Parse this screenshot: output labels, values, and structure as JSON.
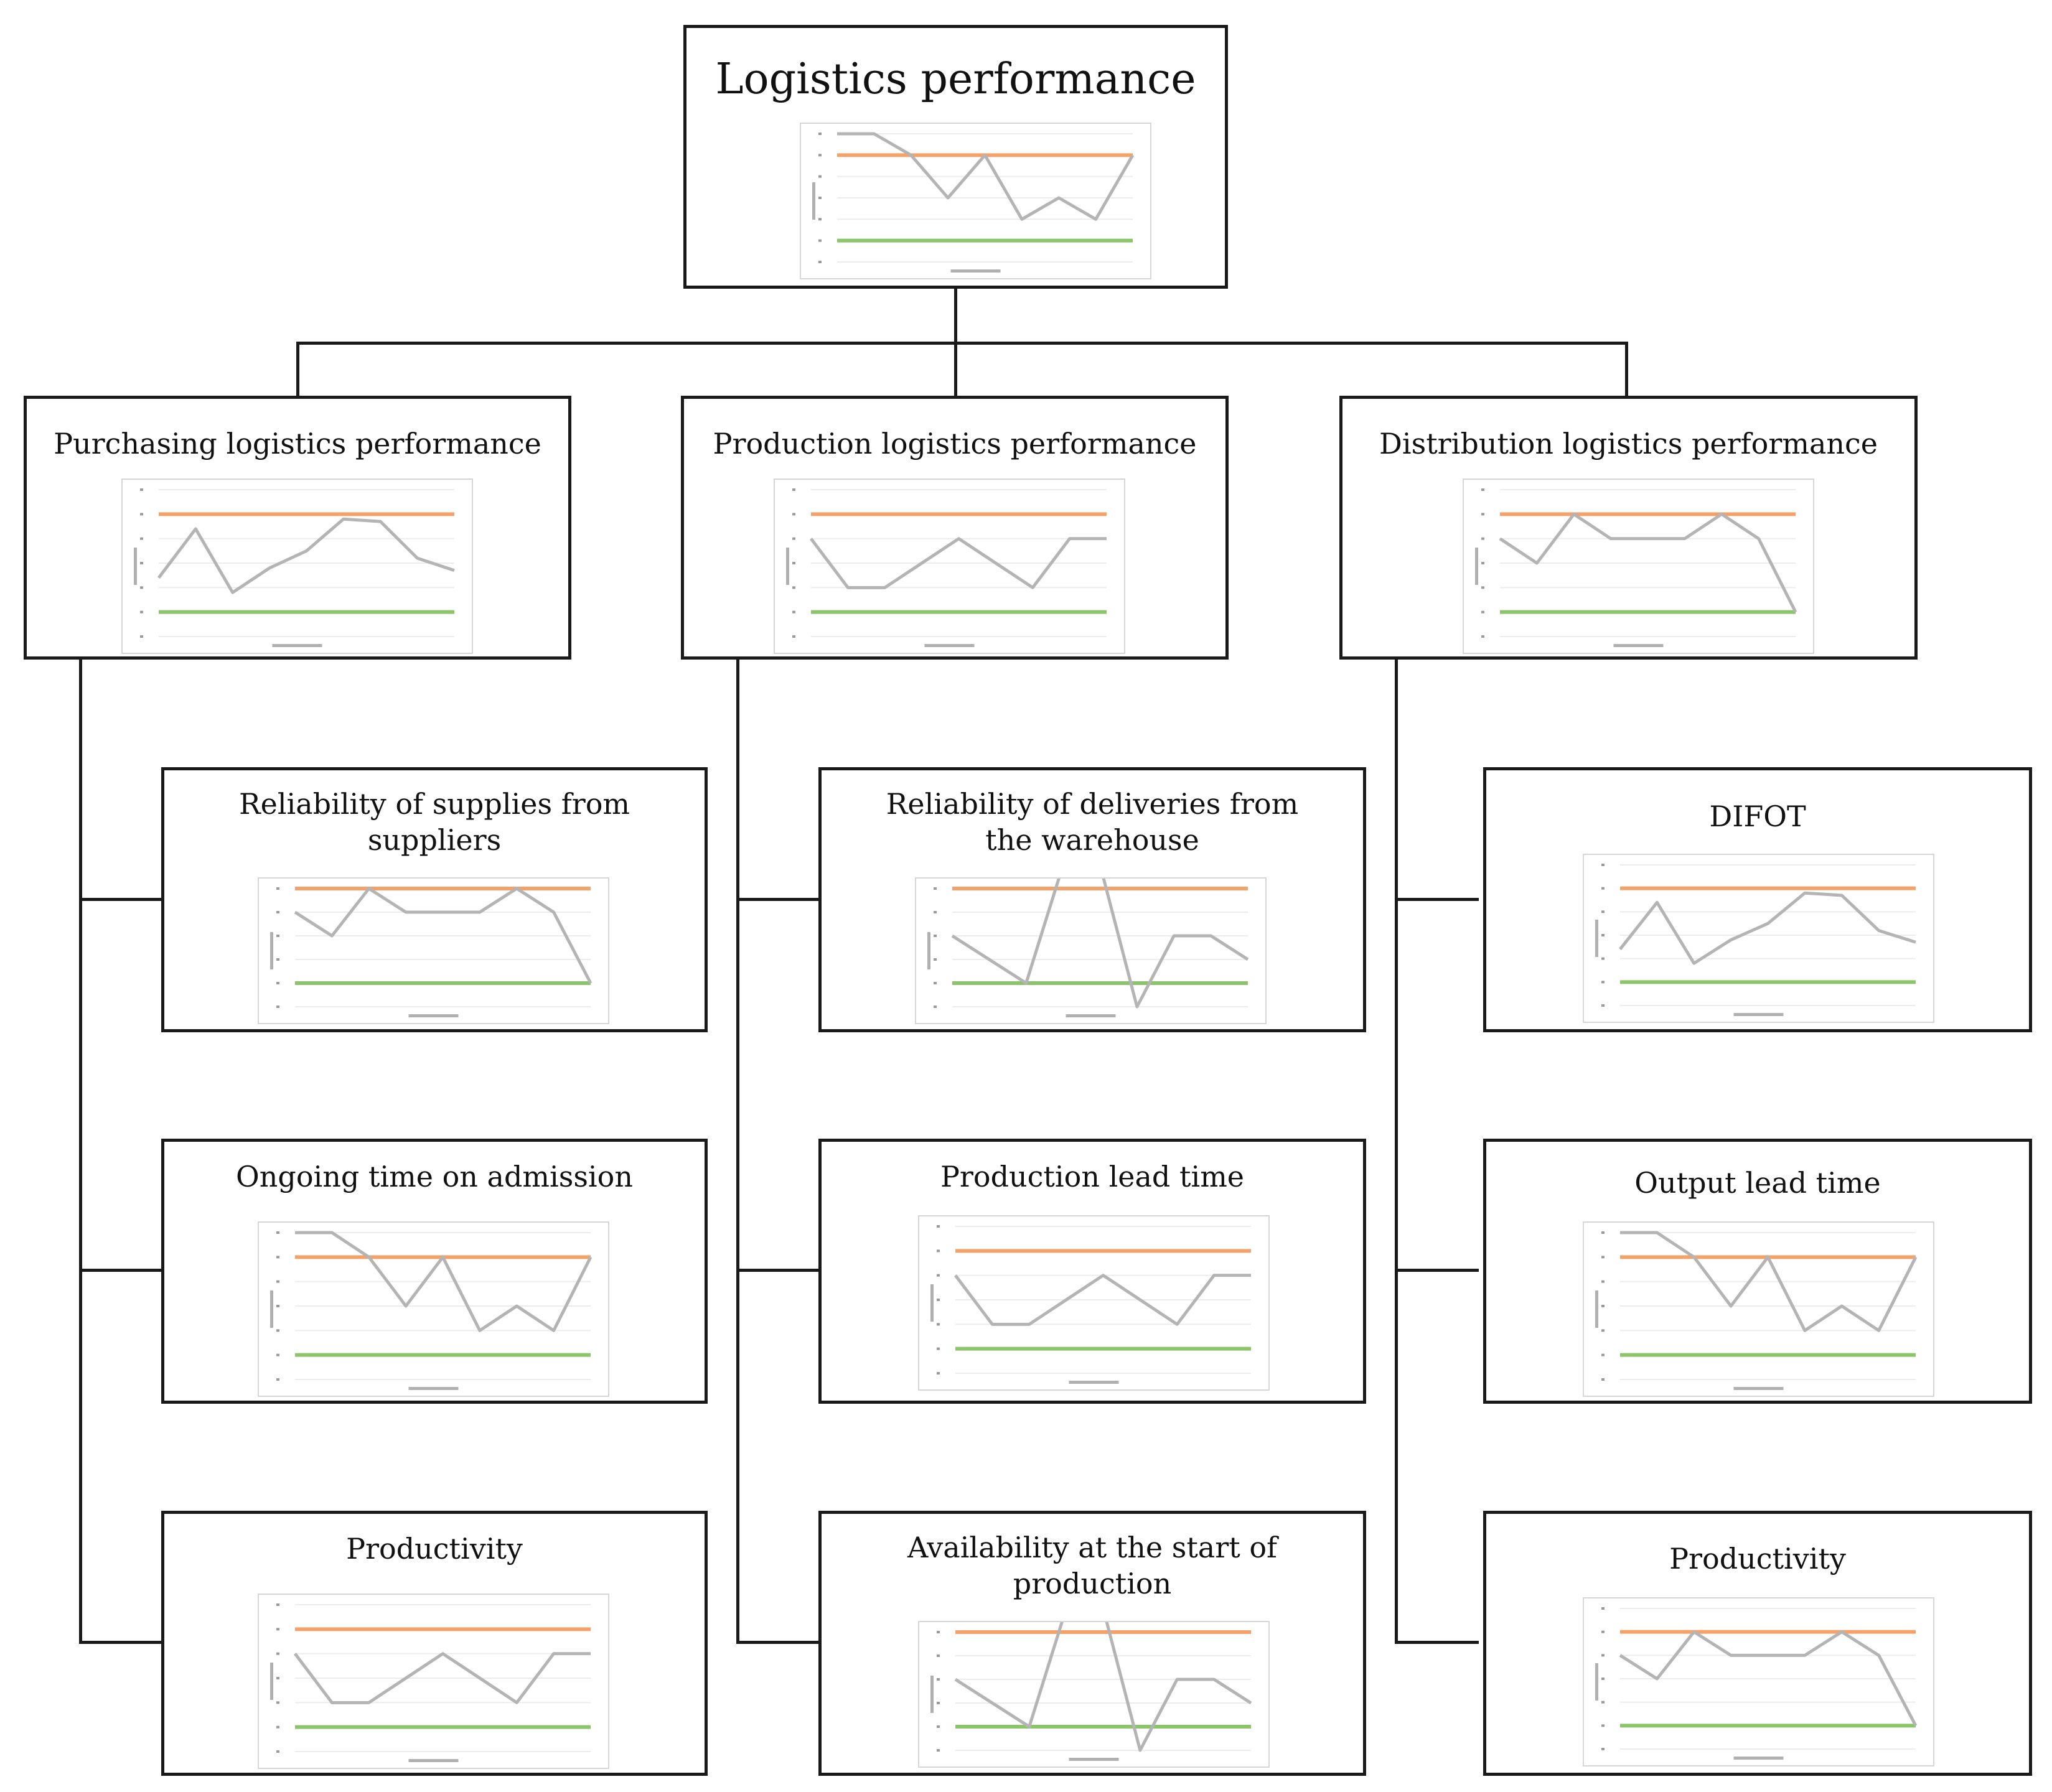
{
  "diagram": {
    "root": {
      "title": "Logistics performance",
      "chart_data": {
        "type": "line",
        "x": [
          1,
          2,
          3,
          4,
          5,
          6,
          7,
          8,
          9
        ],
        "ylim": [
          0,
          6
        ],
        "series": [
          {
            "role": "measured",
            "color": "#b4b4b4",
            "values": [
              6,
              6,
              5,
              3,
              5,
              2,
              3,
              2,
              5
            ]
          },
          {
            "role": "upper-limit",
            "color": "#f4a26a",
            "values": [
              5,
              5,
              5,
              5,
              5,
              5,
              5,
              5,
              5
            ]
          },
          {
            "role": "lower-limit",
            "color": "#8cc46a",
            "values": [
              1,
              1,
              1,
              1,
              1,
              1,
              1,
              1,
              1
            ]
          }
        ]
      }
    },
    "branches": [
      {
        "title": "Purchasing logistics performance",
        "chart_data": {
          "type": "line",
          "x": [
            1,
            2,
            3,
            4,
            5,
            6,
            7,
            8,
            9
          ],
          "ylim": [
            0,
            6
          ],
          "series": [
            {
              "role": "measured",
              "color": "#b4b4b4",
              "values": [
                2.4,
                4.4,
                1.8,
                2.8,
                3.5,
                4.8,
                4.7,
                3.2,
                2.7
              ]
            },
            {
              "role": "upper-limit",
              "color": "#f4a26a",
              "values": [
                5,
                5,
                5,
                5,
                5,
                5,
                5,
                5,
                5
              ]
            },
            {
              "role": "lower-limit",
              "color": "#8cc46a",
              "values": [
                1,
                1,
                1,
                1,
                1,
                1,
                1,
                1,
                1
              ]
            }
          ]
        },
        "children": [
          {
            "title": "Reliability of supplies from suppliers",
            "chart_data": {
              "type": "line",
              "x": [
                1,
                2,
                3,
                4,
                5,
                6,
                7,
                8,
                9
              ],
              "ylim": [
                0,
                5
              ],
              "series": [
                {
                  "role": "measured",
                  "color": "#b4b4b4",
                  "values": [
                    4,
                    3,
                    5,
                    4,
                    4,
                    4,
                    5,
                    4,
                    1
                  ]
                },
                {
                  "role": "upper-limit",
                  "color": "#f4a26a",
                  "values": [
                    5,
                    5,
                    5,
                    5,
                    5,
                    5,
                    5,
                    5,
                    5
                  ]
                },
                {
                  "role": "lower-limit",
                  "color": "#8cc46a",
                  "values": [
                    1,
                    1,
                    1,
                    1,
                    1,
                    1,
                    1,
                    1,
                    1
                  ]
                }
              ]
            }
          },
          {
            "title": "Ongoing time on admission",
            "chart_data": {
              "type": "line",
              "x": [
                1,
                2,
                3,
                4,
                5,
                6,
                7,
                8,
                9
              ],
              "ylim": [
                0,
                6
              ],
              "series": [
                {
                  "role": "measured",
                  "color": "#b4b4b4",
                  "values": [
                    6,
                    6,
                    5,
                    3,
                    5,
                    2,
                    3,
                    2,
                    5
                  ]
                },
                {
                  "role": "upper-limit",
                  "color": "#f4a26a",
                  "values": [
                    5,
                    5,
                    5,
                    5,
                    5,
                    5,
                    5,
                    5,
                    5
                  ]
                },
                {
                  "role": "lower-limit",
                  "color": "#8cc46a",
                  "values": [
                    1,
                    1,
                    1,
                    1,
                    1,
                    1,
                    1,
                    1,
                    1
                  ]
                }
              ]
            }
          },
          {
            "title": "Productivity",
            "chart_data": {
              "type": "line",
              "x": [
                1,
                2,
                3,
                4,
                5,
                6,
                7,
                8,
                9
              ],
              "ylim": [
                0,
                6
              ],
              "series": [
                {
                  "role": "measured",
                  "color": "#b4b4b4",
                  "values": [
                    4,
                    2,
                    2,
                    3,
                    4,
                    3,
                    2,
                    4,
                    4
                  ]
                },
                {
                  "role": "upper-limit",
                  "color": "#f4a26a",
                  "values": [
                    5,
                    5,
                    5,
                    5,
                    5,
                    5,
                    5,
                    5,
                    5
                  ]
                },
                {
                  "role": "lower-limit",
                  "color": "#8cc46a",
                  "values": [
                    1,
                    1,
                    1,
                    1,
                    1,
                    1,
                    1,
                    1,
                    1
                  ]
                }
              ]
            }
          }
        ]
      },
      {
        "title": "Production logistics performance",
        "chart_data": {
          "type": "line",
          "x": [
            1,
            2,
            3,
            4,
            5,
            6,
            7,
            8,
            9
          ],
          "ylim": [
            0,
            6
          ],
          "series": [
            {
              "role": "measured",
              "color": "#b4b4b4",
              "values": [
                4,
                2,
                2,
                3,
                4,
                3,
                2,
                4,
                4
              ]
            },
            {
              "role": "upper-limit",
              "color": "#f4a26a",
              "values": [
                5,
                5,
                5,
                5,
                5,
                5,
                5,
                5,
                5
              ]
            },
            {
              "role": "lower-limit",
              "color": "#8cc46a",
              "values": [
                1,
                1,
                1,
                1,
                1,
                1,
                1,
                1,
                1
              ]
            }
          ]
        },
        "children": [
          {
            "title": "Reliability of deliveries from the warehouse",
            "chart_data": {
              "type": "line",
              "x": [
                1,
                2,
                3,
                4,
                5,
                6,
                7,
                8,
                9
              ],
              "ylim": [
                0,
                5
              ],
              "series": [
                {
                  "role": "measured",
                  "color": "#b4b4b4",
                  "values": [
                    3,
                    2,
                    1,
                    6,
                    6,
                    0,
                    3,
                    3,
                    2
                  ]
                },
                {
                  "role": "upper-limit",
                  "color": "#f4a26a",
                  "values": [
                    5,
                    5,
                    5,
                    5,
                    5,
                    5,
                    5,
                    5,
                    5
                  ]
                },
                {
                  "role": "lower-limit",
                  "color": "#8cc46a",
                  "values": [
                    1,
                    1,
                    1,
                    1,
                    1,
                    1,
                    1,
                    1,
                    1
                  ]
                }
              ]
            }
          },
          {
            "title": "Production lead time",
            "chart_data": {
              "type": "line",
              "x": [
                1,
                2,
                3,
                4,
                5,
                6,
                7,
                8,
                9
              ],
              "ylim": [
                0,
                6
              ],
              "series": [
                {
                  "role": "measured",
                  "color": "#b4b4b4",
                  "values": [
                    4,
                    2,
                    2,
                    3,
                    4,
                    3,
                    2,
                    4,
                    4
                  ]
                },
                {
                  "role": "upper-limit",
                  "color": "#f4a26a",
                  "values": [
                    5,
                    5,
                    5,
                    5,
                    5,
                    5,
                    5,
                    5,
                    5
                  ]
                },
                {
                  "role": "lower-limit",
                  "color": "#8cc46a",
                  "values": [
                    1,
                    1,
                    1,
                    1,
                    1,
                    1,
                    1,
                    1,
                    1
                  ]
                }
              ]
            }
          },
          {
            "title": "Availability at the start of production",
            "chart_data": {
              "type": "line",
              "x": [
                1,
                2,
                3,
                4,
                5,
                6,
                7,
                8,
                9
              ],
              "ylim": [
                0,
                5
              ],
              "series": [
                {
                  "role": "measured",
                  "color": "#b4b4b4",
                  "values": [
                    3,
                    2,
                    1,
                    6,
                    6,
                    0,
                    3,
                    3,
                    2
                  ]
                },
                {
                  "role": "upper-limit",
                  "color": "#f4a26a",
                  "values": [
                    5,
                    5,
                    5,
                    5,
                    5,
                    5,
                    5,
                    5,
                    5
                  ]
                },
                {
                  "role": "lower-limit",
                  "color": "#8cc46a",
                  "values": [
                    1,
                    1,
                    1,
                    1,
                    1,
                    1,
                    1,
                    1,
                    1
                  ]
                }
              ]
            }
          }
        ]
      },
      {
        "title": "Distribution logistics performance",
        "chart_data": {
          "type": "line",
          "x": [
            1,
            2,
            3,
            4,
            5,
            6,
            7,
            8,
            9
          ],
          "ylim": [
            0,
            6
          ],
          "series": [
            {
              "role": "measured",
              "color": "#b4b4b4",
              "values": [
                4,
                3,
                5,
                4,
                4,
                4,
                5,
                4,
                1
              ]
            },
            {
              "role": "upper-limit",
              "color": "#f4a26a",
              "values": [
                5,
                5,
                5,
                5,
                5,
                5,
                5,
                5,
                5
              ]
            },
            {
              "role": "lower-limit",
              "color": "#8cc46a",
              "values": [
                1,
                1,
                1,
                1,
                1,
                1,
                1,
                1,
                1
              ]
            }
          ]
        },
        "children": [
          {
            "title": "DIFOT",
            "chart_data": {
              "type": "line",
              "x": [
                1,
                2,
                3,
                4,
                5,
                6,
                7,
                8,
                9
              ],
              "ylim": [
                0,
                6
              ],
              "series": [
                {
                  "role": "measured",
                  "color": "#b4b4b4",
                  "values": [
                    2.4,
                    4.4,
                    1.8,
                    2.8,
                    3.5,
                    4.8,
                    4.7,
                    3.2,
                    2.7
                  ]
                },
                {
                  "role": "upper-limit",
                  "color": "#f4a26a",
                  "values": [
                    5,
                    5,
                    5,
                    5,
                    5,
                    5,
                    5,
                    5,
                    5
                  ]
                },
                {
                  "role": "lower-limit",
                  "color": "#8cc46a",
                  "values": [
                    1,
                    1,
                    1,
                    1,
                    1,
                    1,
                    1,
                    1,
                    1
                  ]
                }
              ]
            }
          },
          {
            "title": "Output lead time",
            "chart_data": {
              "type": "line",
              "x": [
                1,
                2,
                3,
                4,
                5,
                6,
                7,
                8,
                9
              ],
              "ylim": [
                0,
                6
              ],
              "series": [
                {
                  "role": "measured",
                  "color": "#b4b4b4",
                  "values": [
                    6,
                    6,
                    5,
                    3,
                    5,
                    2,
                    3,
                    2,
                    5
                  ]
                },
                {
                  "role": "upper-limit",
                  "color": "#f4a26a",
                  "values": [
                    5,
                    5,
                    5,
                    5,
                    5,
                    5,
                    5,
                    5,
                    5
                  ]
                },
                {
                  "role": "lower-limit",
                  "color": "#8cc46a",
                  "values": [
                    1,
                    1,
                    1,
                    1,
                    1,
                    1,
                    1,
                    1,
                    1
                  ]
                }
              ]
            }
          },
          {
            "title": "Productivity",
            "chart_data": {
              "type": "line",
              "x": [
                1,
                2,
                3,
                4,
                5,
                6,
                7,
                8,
                9
              ],
              "ylim": [
                0,
                6
              ],
              "series": [
                {
                  "role": "measured",
                  "color": "#b4b4b4",
                  "values": [
                    4,
                    3,
                    5,
                    4,
                    4,
                    4,
                    5,
                    4,
                    1
                  ]
                },
                {
                  "role": "upper-limit",
                  "color": "#f4a26a",
                  "values": [
                    5,
                    5,
                    5,
                    5,
                    5,
                    5,
                    5,
                    5,
                    5
                  ]
                },
                {
                  "role": "lower-limit",
                  "color": "#8cc46a",
                  "values": [
                    1,
                    1,
                    1,
                    1,
                    1,
                    1,
                    1,
                    1,
                    1
                  ]
                }
              ]
            }
          }
        ]
      }
    ]
  }
}
